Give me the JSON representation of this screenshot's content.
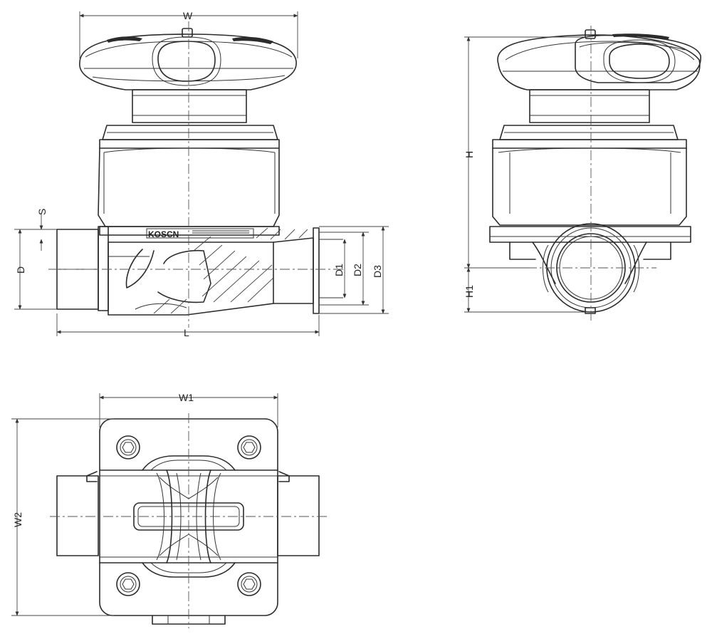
{
  "dimensions": {
    "W": "W",
    "H": "H",
    "H1": "H1",
    "L": "L",
    "D": "D",
    "D1": "D1",
    "D2": "D2",
    "D3": "D3",
    "S": "S",
    "W1": "W1",
    "W2": "W2"
  },
  "branding": {
    "mark": "KOSCN"
  }
}
